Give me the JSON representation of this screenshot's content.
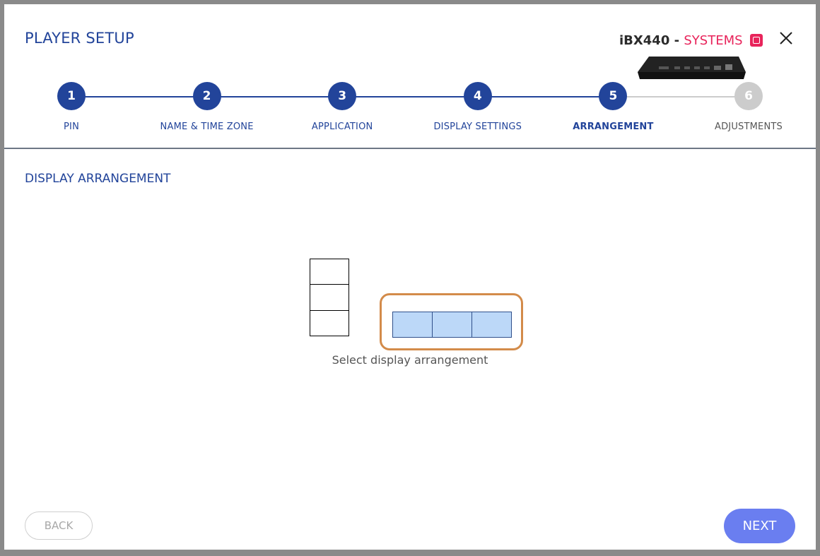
{
  "header": {
    "title": "PLAYER SETUP",
    "device_model": "iBX440 -",
    "brand": "SYSTEMS",
    "brand_color": "#e8245b",
    "close_icon": "close-icon"
  },
  "stepper": {
    "active_color": "#22449a",
    "pending_color": "#cccccc",
    "steps": [
      {
        "number": "1",
        "label": "PIN",
        "state": "done"
      },
      {
        "number": "2",
        "label": "NAME & TIME ZONE",
        "state": "done"
      },
      {
        "number": "3",
        "label": "APPLICATION",
        "state": "done"
      },
      {
        "number": "4",
        "label": "DISPLAY SETTINGS",
        "state": "done"
      },
      {
        "number": "5",
        "label": "ARRANGEMENT",
        "state": "active"
      },
      {
        "number": "6",
        "label": "ADJUSTMENTS",
        "state": "pending"
      }
    ]
  },
  "main": {
    "section_title": "DISPLAY ARRANGEMENT",
    "options": [
      {
        "id": "vertical-3x1",
        "rows": 3,
        "cols": 1,
        "selected": false
      },
      {
        "id": "horizontal-1x3",
        "rows": 1,
        "cols": 3,
        "selected": true
      }
    ],
    "selected_highlight_color": "#d38b4a",
    "selected_fill_color": "#bcd8f8",
    "hint": "Select display arrangement"
  },
  "footer": {
    "back_label": "BACK",
    "next_label": "NEXT",
    "next_color": "#6a7ef0"
  }
}
